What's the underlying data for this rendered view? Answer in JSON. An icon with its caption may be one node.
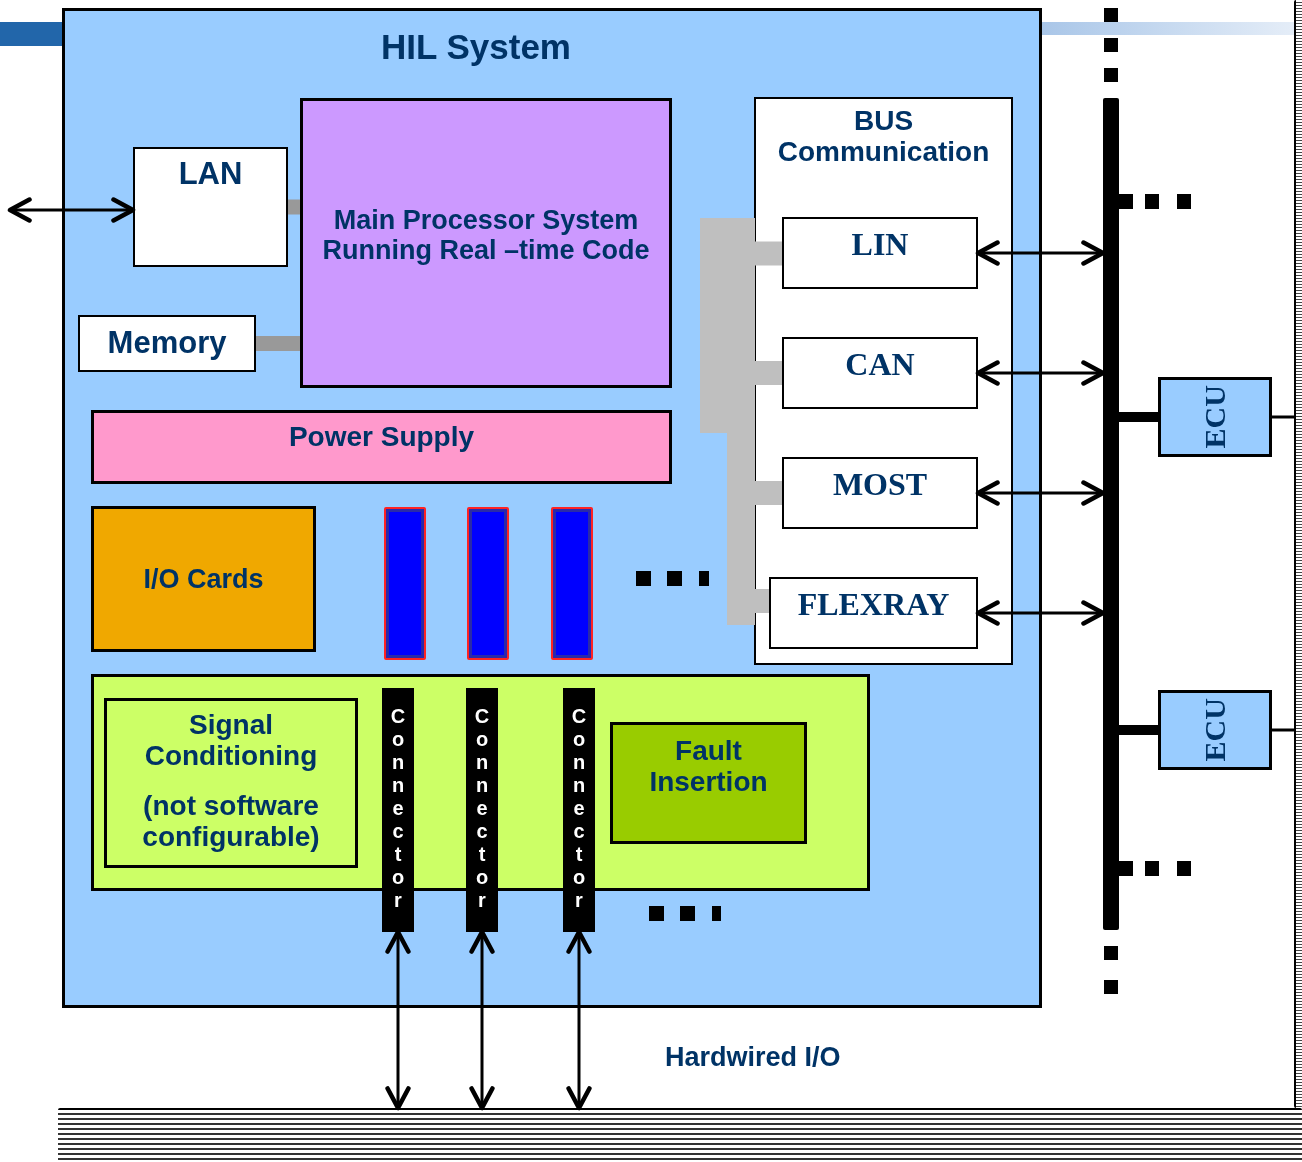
{
  "diagram": {
    "nodes": [
      {
        "text": [
          "HIL System"
        ]
      },
      {
        "text": [
          "LAN"
        ],
        "in": 0
      },
      {
        "text": [
          "Main Processor System Running Real –time Code"
        ],
        "in": 0
      },
      {
        "text": [
          "Memory"
        ],
        "in": 0
      },
      {
        "text": [
          "Power Supply"
        ],
        "in": 0
      },
      {
        "text": [
          "I/O Cards"
        ],
        "in": 0
      },
      {
        "text": [],
        "shape": "bar",
        "in": 0
      },
      {
        "text": [],
        "shape": "bar",
        "in": 0
      },
      {
        "text": [],
        "shape": "bar",
        "in": 0
      },
      {
        "text": [
          "BUS Communication"
        ],
        "in": 0
      },
      {
        "text": [
          "LIN"
        ],
        "in": 9
      },
      {
        "text": [
          "CAN"
        ],
        "in": 9
      },
      {
        "text": [
          "MOST"
        ],
        "in": 9
      },
      {
        "text": [
          "FLEXRAY"
        ],
        "in": 9
      },
      {
        "text": [],
        "shape": "box",
        "in": 0
      },
      {
        "text": [
          "Signal Conditioning",
          "(not software configurable)"
        ],
        "in": 14
      },
      {
        "text": [
          "Connector"
        ],
        "in": 0
      },
      {
        "text": [
          "Connector"
        ],
        "in": 0
      },
      {
        "text": [
          "Connector"
        ],
        "in": 0
      },
      {
        "text": [
          "Fault Insertion"
        ],
        "in": 14
      },
      {
        "text": [],
        "shape": "bar"
      },
      {
        "text": [
          "ECU"
        ]
      },
      {
        "text": [
          "ECU"
        ]
      },
      {
        "text": [],
        "shape": "bar",
        "in": 0
      },
      {
        "text": [],
        "shape": "bar"
      },
      {
        "text": [],
        "shape": "bar",
        "beside": [
          "Hardwired I/O"
        ]
      }
    ],
    "edges": [
      {
        "from": null,
        "to": 1,
        "arrow": "both"
      },
      {
        "from": 1,
        "to": 2,
        "arrow": "none",
        "style": "thick",
        "color": "#999999"
      },
      {
        "from": 3,
        "to": 2,
        "arrow": "none",
        "style": "thick",
        "color": "#999999"
      },
      {
        "from": 23,
        "to": 10,
        "arrow": "none",
        "style": "thick",
        "color": "#bfbfbf"
      },
      {
        "from": 23,
        "to": 11,
        "arrow": "none",
        "style": "thick",
        "color": "#bfbfbf"
      },
      {
        "from": 23,
        "to": 12,
        "arrow": "none",
        "style": "thick",
        "color": "#bfbfbf"
      },
      {
        "from": 23,
        "to": 13,
        "arrow": "none",
        "style": "thick",
        "color": "#bfbfbf"
      },
      {
        "from": 10,
        "to": 20,
        "arrow": "both"
      },
      {
        "from": 11,
        "to": 20,
        "arrow": "both"
      },
      {
        "from": 12,
        "to": 20,
        "arrow": "both"
      },
      {
        "from": 13,
        "to": 20,
        "arrow": "both"
      },
      {
        "from": 16,
        "to": 25,
        "arrow": "both"
      },
      {
        "from": 17,
        "to": 25,
        "arrow": "both"
      },
      {
        "from": 18,
        "to": 25,
        "arrow": "both"
      },
      {
        "from": 21,
        "to": 20,
        "arrow": "none",
        "style": "thick"
      },
      {
        "from": 22,
        "to": 20,
        "arrow": "none",
        "style": "thick"
      },
      {
        "from": 21,
        "to": 24,
        "arrow": "none"
      },
      {
        "from": 22,
        "to": 24,
        "arrow": "none"
      }
    ]
  }
}
